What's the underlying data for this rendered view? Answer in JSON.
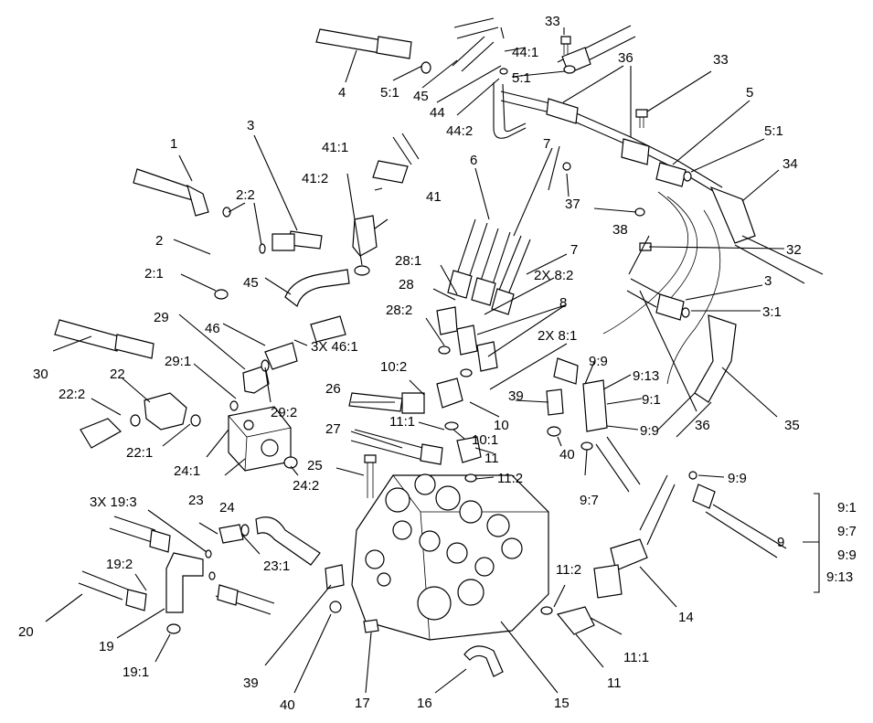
{
  "labels": {
    "l1": "1",
    "l2": "2",
    "l2_1": "2:1",
    "l2_2": "2:2",
    "l3a": "3",
    "l3b": "3",
    "l3_1": "3:1",
    "l4": "4",
    "l5": "5",
    "l5_1a": "5:1",
    "l5_1b": "5:1",
    "l5_1c": "5:1",
    "l6": "6",
    "l7a": "7",
    "l7b": "7",
    "l8": "8",
    "l8_1": "2X 8:1",
    "l8_2": "2X 8:2",
    "l9": "9",
    "l9_1": "9:1",
    "l9_7": "9:7",
    "l9_9a": "9:9",
    "l9_9b": "9:9",
    "l9_9c": "9:9",
    "l9_13": "9:13",
    "l10": "10",
    "l10_1": "10:1",
    "l10_2": "10:2",
    "l11a": "11",
    "l11b": "11",
    "l11_1a": "11:1",
    "l11_1b": "11:1",
    "l11_2a": "11:2",
    "l11_2b": "11:2",
    "l14": "14",
    "l15": "15",
    "l16": "16",
    "l17": "17",
    "l19": "19",
    "l19_1": "19:1",
    "l19_2": "19:2",
    "l19_3": "3X 19:3",
    "l20": "20",
    "l22": "22",
    "l22_1": "22:1",
    "l22_2": "22:2",
    "l23": "23",
    "l23_1": "23:1",
    "l24": "24",
    "l24_1": "24:1",
    "l24_2": "24:2",
    "l25": "25",
    "l26": "26",
    "l27": "27",
    "l28": "28",
    "l28_1": "28:1",
    "l28_2": "28:2",
    "l29": "29",
    "l29_1": "29:1",
    "l29_2": "29:2",
    "l30": "30",
    "l32": "32",
    "l33a": "33",
    "l33b": "33",
    "l34": "34",
    "l35": "35",
    "l36a": "36",
    "l36b": "36",
    "l37": "37",
    "l38": "38",
    "l39a": "39",
    "l39b": "39",
    "l40a": "40",
    "l40b": "40",
    "l41": "41",
    "l41_1": "41:1",
    "l41_2": "41:2",
    "l44": "44",
    "l44_1": "44:1",
    "l44_2": "44:2",
    "l45a": "45",
    "l45b": "45",
    "l46": "46",
    "l46_1": "3X 46:1"
  },
  "legend": {
    "group": "9",
    "items": [
      "9:1",
      "9:7",
      "9:9",
      "9:13"
    ]
  }
}
